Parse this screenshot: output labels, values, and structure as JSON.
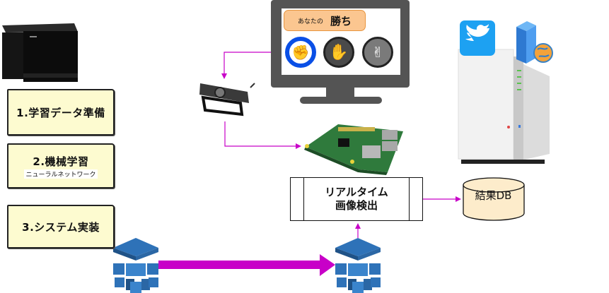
{
  "steps": [
    {
      "label": "1.学習データ準備",
      "sub": ""
    },
    {
      "label": "2.機械学習",
      "sub": "ニューラルネットワーク"
    },
    {
      "label": "3.システム実装",
      "sub": ""
    }
  ],
  "monitor": {
    "result_prefix": "あなたの",
    "result_word": "勝ち",
    "hands": [
      {
        "name": "rock",
        "ring_color": "#0a4fe6"
      },
      {
        "name": "paper",
        "ring_color": "#4a4a4a"
      },
      {
        "name": "scissors",
        "ring_color": "#7a7a7a"
      }
    ]
  },
  "detection_box": {
    "line1": "リアルタイム",
    "line2": "画像検出"
  },
  "database": {
    "label": "結果DB"
  },
  "devices": {
    "pc": "desktop-pc",
    "webcam": "webcam",
    "raspberry_pi": "raspberry-pi",
    "nas": "nas-server",
    "twitter": "twitter-icon",
    "web_server": "web-server-icon"
  },
  "colors": {
    "arrow": "#c800c8",
    "step_fill": "#fdfbd0",
    "db_fill": "#fdeccb",
    "banner_fill": "#fbc690",
    "monitor": "#545454",
    "model_blue": "#2e72b8"
  }
}
